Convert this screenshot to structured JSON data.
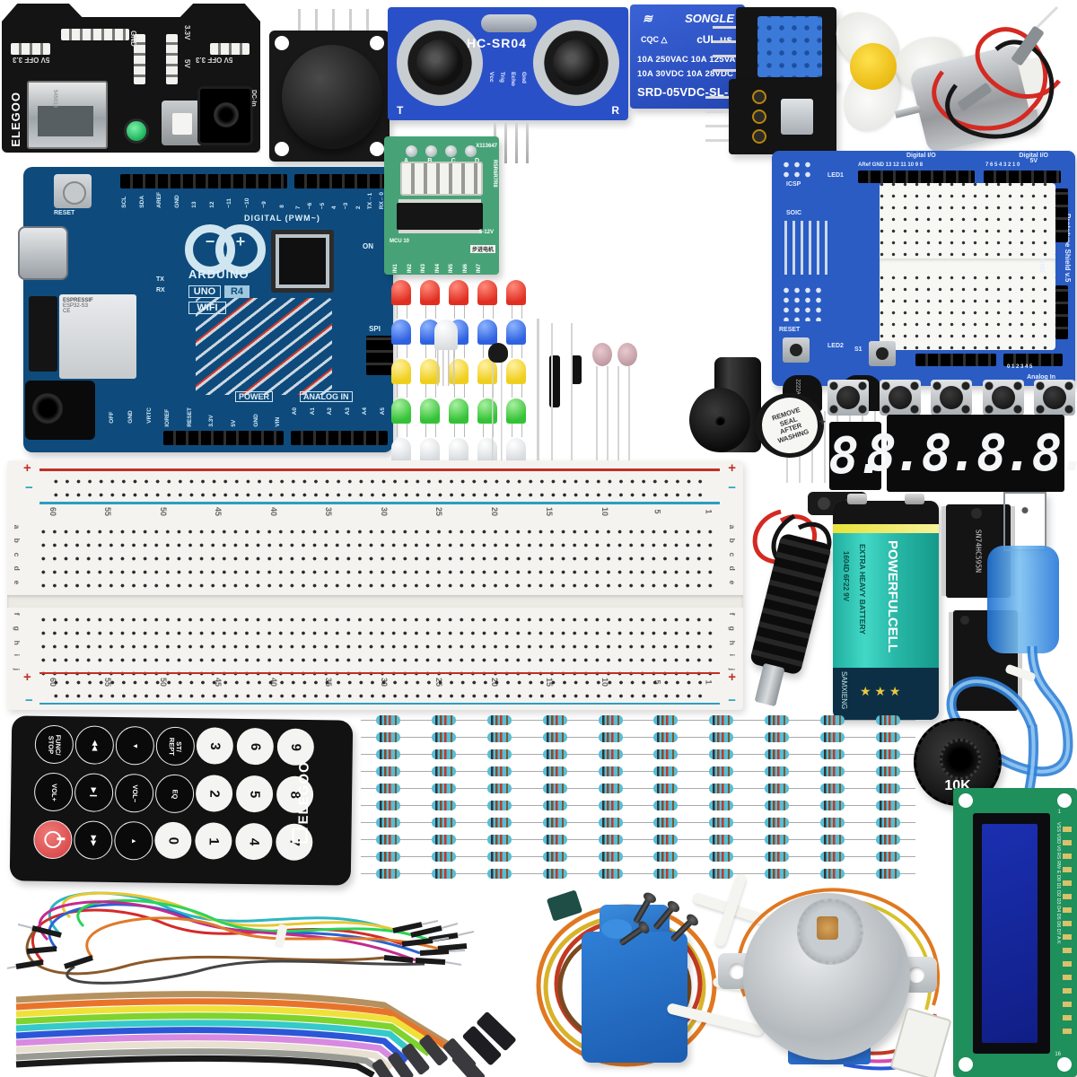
{
  "power_module": {
    "brand": "ELEGOO",
    "serial": "545013",
    "sw_left": "5V OFF 3.3",
    "sw_right": "5V OFF 3.3",
    "gnd": "GND",
    "v33": "3.3V",
    "v5": "5V",
    "dc_in": "DC-In"
  },
  "ultrasonic": {
    "model": "HC-SR04",
    "pins": [
      "Vcc",
      "Trig",
      "Echo",
      "Gnd"
    ],
    "t": "T",
    "r": "R"
  },
  "relay": {
    "brand": "SONGLE",
    "waves": "≋",
    "reg": "®",
    "cert": "CQC △",
    "ul": "cUL us",
    "line1": "10A 250VAC 10A 125VAC",
    "line2": "10A  30VDC 10A  28VDC",
    "model": "SRD-05VDC-SL-C"
  },
  "arduino": {
    "brand": "ARDUINO",
    "uno": "UNO",
    "r4": "R4",
    "wifi": "WIFI",
    "digital_label": "DIGITAL (PWM~)",
    "digital_pins_left": [
      "SCL",
      "SDA",
      "AREF",
      "GND",
      "13",
      "12",
      "~11",
      "~10",
      "~9",
      "8"
    ],
    "digital_pins_right": [
      "7",
      "~6",
      "~5",
      "4",
      "~3",
      "2",
      "TX→1",
      "RX←0"
    ],
    "power_label": "POWER",
    "analog_label": "ANALOG IN",
    "power_pins": [
      "IOREF",
      "RESET",
      "3.3V",
      "5V",
      "GND",
      "VIN"
    ],
    "analog_pins": [
      "A0",
      "A1",
      "A2",
      "A3",
      "A4",
      "A5"
    ],
    "aux_pins": [
      "OFF",
      "GND",
      "VRTC"
    ],
    "reset": "RESET",
    "on": "ON",
    "spi": "SPI",
    "tx": "TX",
    "rx": "RX",
    "esp_brand": "ESPRESSIF",
    "esp_model": "ESP32-S3",
    "ce": "CE"
  },
  "stepper_driver": {
    "leds": [
      "A",
      "B",
      "C",
      "D"
    ],
    "code": "X113647",
    "r_label": "R5R6R7R8",
    "voltage": "5-12V",
    "polarity": "- +",
    "pins": [
      "IN1",
      "IN2",
      "IN3",
      "IN4",
      "IN5",
      "IN6",
      "IN7"
    ],
    "mcu": "MCU 10",
    "cn": "步进电机"
  },
  "proto_shield": {
    "icsp": "ICSP",
    "soic": "SOIC",
    "reset": "RESET",
    "led1": "LED1",
    "led2": "LED2",
    "s1": "S1",
    "digital_io_left": "Digital I/O",
    "digital_io_right": "Digital I/O",
    "analog_in": "Analog In",
    "name": "Prototype Shield v.5",
    "top_left_pins": "ARef GND 13 12 11 10 9 8",
    "top_right_pins": "7 6 5 4 3 2 1 0",
    "bottom_pins": "0 1 2 3 4 5",
    "gnd": "GND",
    "v5": "5V"
  },
  "push_buttons": {
    "count": 5
  },
  "display": {
    "digit": "8."
  },
  "breadboard": {
    "numbers": [
      "60",
      "55",
      "50",
      "45",
      "40",
      "35",
      "30",
      "25",
      "20",
      "15",
      "10",
      "5",
      "1"
    ],
    "rows_top": [
      "a",
      "b",
      "c",
      "d",
      "e"
    ],
    "rows_bottom": [
      "f",
      "g",
      "h",
      "i",
      "j"
    ],
    "plus": "+",
    "minus": "−"
  },
  "battery": {
    "brand": "POWERFULCELL",
    "type": "EXTRA HEAVY BATTERY",
    "model": "1604D 6F22 9V",
    "maker": "SAMXIENG",
    "stars": "★ ★ ★"
  },
  "ics": {
    "chip1": "SN74HC595N"
  },
  "remote": {
    "brand": "ELEGOO",
    "rows": [
      [
        "FUNC/\nSTOP",
        "◀◀",
        "▼",
        "ST/\nREPT",
        "3",
        "6",
        "9"
      ],
      [
        "VOL+",
        "▶❙",
        "VOL−",
        "EQ",
        "2",
        "5",
        "8"
      ],
      [
        "power",
        "▶▶",
        "▲",
        "0",
        "1",
        "4",
        "7"
      ]
    ]
  },
  "resistors": {
    "rows": 10,
    "cols": 10
  },
  "leds": {
    "row_colors": [
      "red",
      "blue",
      "yellow",
      "green",
      "clear"
    ],
    "cols": 5
  },
  "buzzer": {
    "sticker": [
      "REMOVE",
      "SEAL",
      "AFTER",
      "WASHING"
    ],
    "plus": "+"
  },
  "transistors": {
    "part": "2222A"
  },
  "potentiometer": {
    "value": "10K"
  },
  "lcd": {
    "pin_labels": "VSS VDD V0 RS RW E D0 D1 D2 D3 D4 D5 D6 D7 A K",
    "pin1": "1",
    "pin16": "16"
  }
}
